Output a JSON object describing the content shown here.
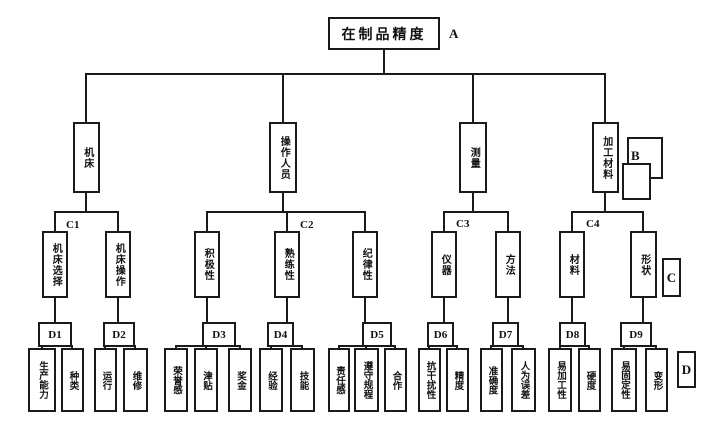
{
  "diagram": {
    "root": {
      "label": "在制品精度",
      "tag": "A"
    },
    "level_tags": {
      "b": "B",
      "c": "C",
      "d": "D"
    },
    "branches": [
      {
        "label": "机床",
        "group_tag": "C1",
        "children": [
          {
            "label": "机床选择",
            "group_tag": "D1",
            "leaves": [
              "生产能力",
              "种类"
            ]
          },
          {
            "label": "机床操作",
            "group_tag": "D2",
            "leaves": [
              "运行",
              "维修"
            ]
          }
        ]
      },
      {
        "label": "操作人员",
        "group_tag": "C2",
        "children": [
          {
            "label": "积极性",
            "group_tag": "D3",
            "leaves": [
              "荣誉感",
              "津贴",
              "奖金"
            ]
          },
          {
            "label": "熟练性",
            "group_tag": "D4",
            "leaves": [
              "经验",
              "技能"
            ]
          },
          {
            "label": "纪律性",
            "group_tag": "D5",
            "leaves": [
              "责任感",
              "遵守规程",
              "合作"
            ]
          }
        ]
      },
      {
        "label": "测量",
        "group_tag": "C3",
        "children": [
          {
            "label": "仪器",
            "group_tag": "D6",
            "leaves": [
              "抗干扰性",
              "精度"
            ]
          },
          {
            "label": "方法",
            "group_tag": "D7",
            "leaves": [
              "准确度",
              "人为误差"
            ]
          }
        ]
      },
      {
        "label": "加工材料",
        "group_tag": "C4",
        "children": [
          {
            "label": "材料",
            "group_tag": "D8",
            "leaves": [
              "易加工性",
              "硬度"
            ]
          },
          {
            "label": "形状",
            "group_tag": "D9",
            "leaves": [
              "易固定性",
              "变形"
            ]
          }
        ]
      }
    ]
  }
}
